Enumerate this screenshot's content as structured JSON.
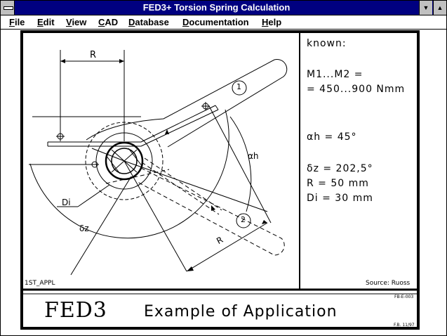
{
  "window": {
    "title": "FED3+ Torsion Spring Calculation"
  },
  "title_buttons": {
    "minimize": "▼",
    "maximize": "▲"
  },
  "menu": [
    {
      "label": "File",
      "key": "F",
      "rest": "ile"
    },
    {
      "label": "Edit",
      "key": "E",
      "rest": "dit"
    },
    {
      "label": "View",
      "key": "V",
      "rest": "iew"
    },
    {
      "label": "CAD",
      "key": "C",
      "rest": "AD"
    },
    {
      "label": "Database",
      "key": "D",
      "rest": "atabase"
    },
    {
      "label": "Documentation",
      "key": "D",
      "rest": "ocumentation"
    },
    {
      "label": "Help",
      "key": "H",
      "rest": "elp"
    }
  ],
  "drawing_labels": {
    "r_top": "R",
    "circle_one": "1",
    "circle_two": "2",
    "alpha_h": "αh",
    "di": "Di",
    "delta_z": "δz",
    "r_bottom": "R",
    "sheet_name": "1ST_APPL",
    "source": "Source: Ruoss"
  },
  "known": {
    "header": "known:",
    "m_label": "M1...M2 =",
    "m_value": "= 450...900 Nmm",
    "alpha": "αh  =  45°",
    "delta": "δz  =  202,5°",
    "r": "R   =  50  mm",
    "di": "Di  =  30  mm"
  },
  "footer": {
    "logo": "FED3",
    "caption": "Example of Application",
    "code_top": "FB-E-003",
    "code_bottom": "F.B. 11/97"
  }
}
